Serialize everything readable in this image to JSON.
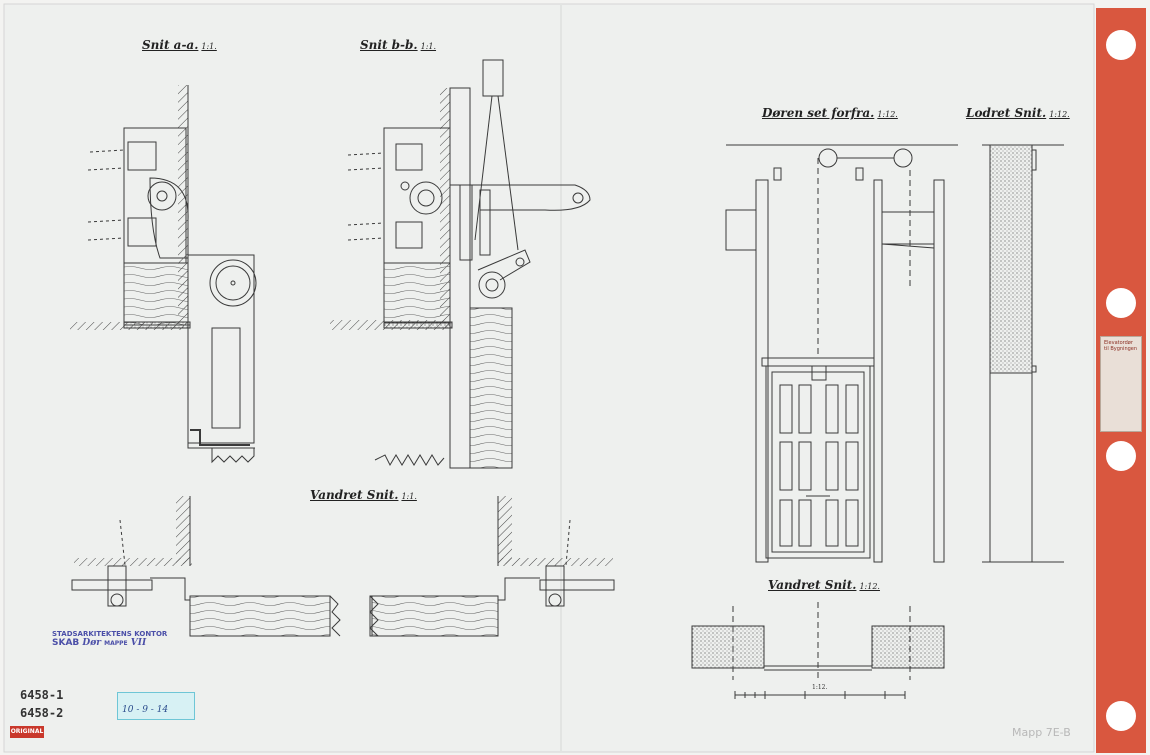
{
  "titles": {
    "snit_aa": "Snit a-a.",
    "snit_aa_scale": "1:1.",
    "snit_bb": "Snit b-b.",
    "snit_bb_scale": "1:1.",
    "doren_set_forfra": "Døren set forfra.",
    "doren_scale": "1:12.",
    "lodret_snit": "Lodret Snit.",
    "lodret_scale": "1:12.",
    "vandret_snit_top": "Vandret Snit.",
    "vandret_top_scale": "1:1.",
    "vandret_snit_bottom": "Vandret Snit.",
    "vandret_bottom_scale": "1:12."
  },
  "stamps": {
    "archive_line1": "STADSARKITEKTENS KONTOR",
    "archive_line2": "SKAB",
    "archive_line2b": "Dør",
    "archive_line2c": "MAPPE",
    "archive_line2d": "VII",
    "teal_date": "10 - 9 - 14",
    "original_label": "ORIGINAL",
    "drawing_no_1": "6458-1",
    "drawing_no_2": "6458-2",
    "tab_label": "Elevatordør til Bygningen",
    "scale_bar_label": "1:12.",
    "pencil_note": "Mapp 7E-B"
  },
  "colors": {
    "paper": "#f3f3f1",
    "ink": "#3a3a3a",
    "binding_tab": "#d9573f",
    "stamp_ink": "#4b4fa8"
  }
}
